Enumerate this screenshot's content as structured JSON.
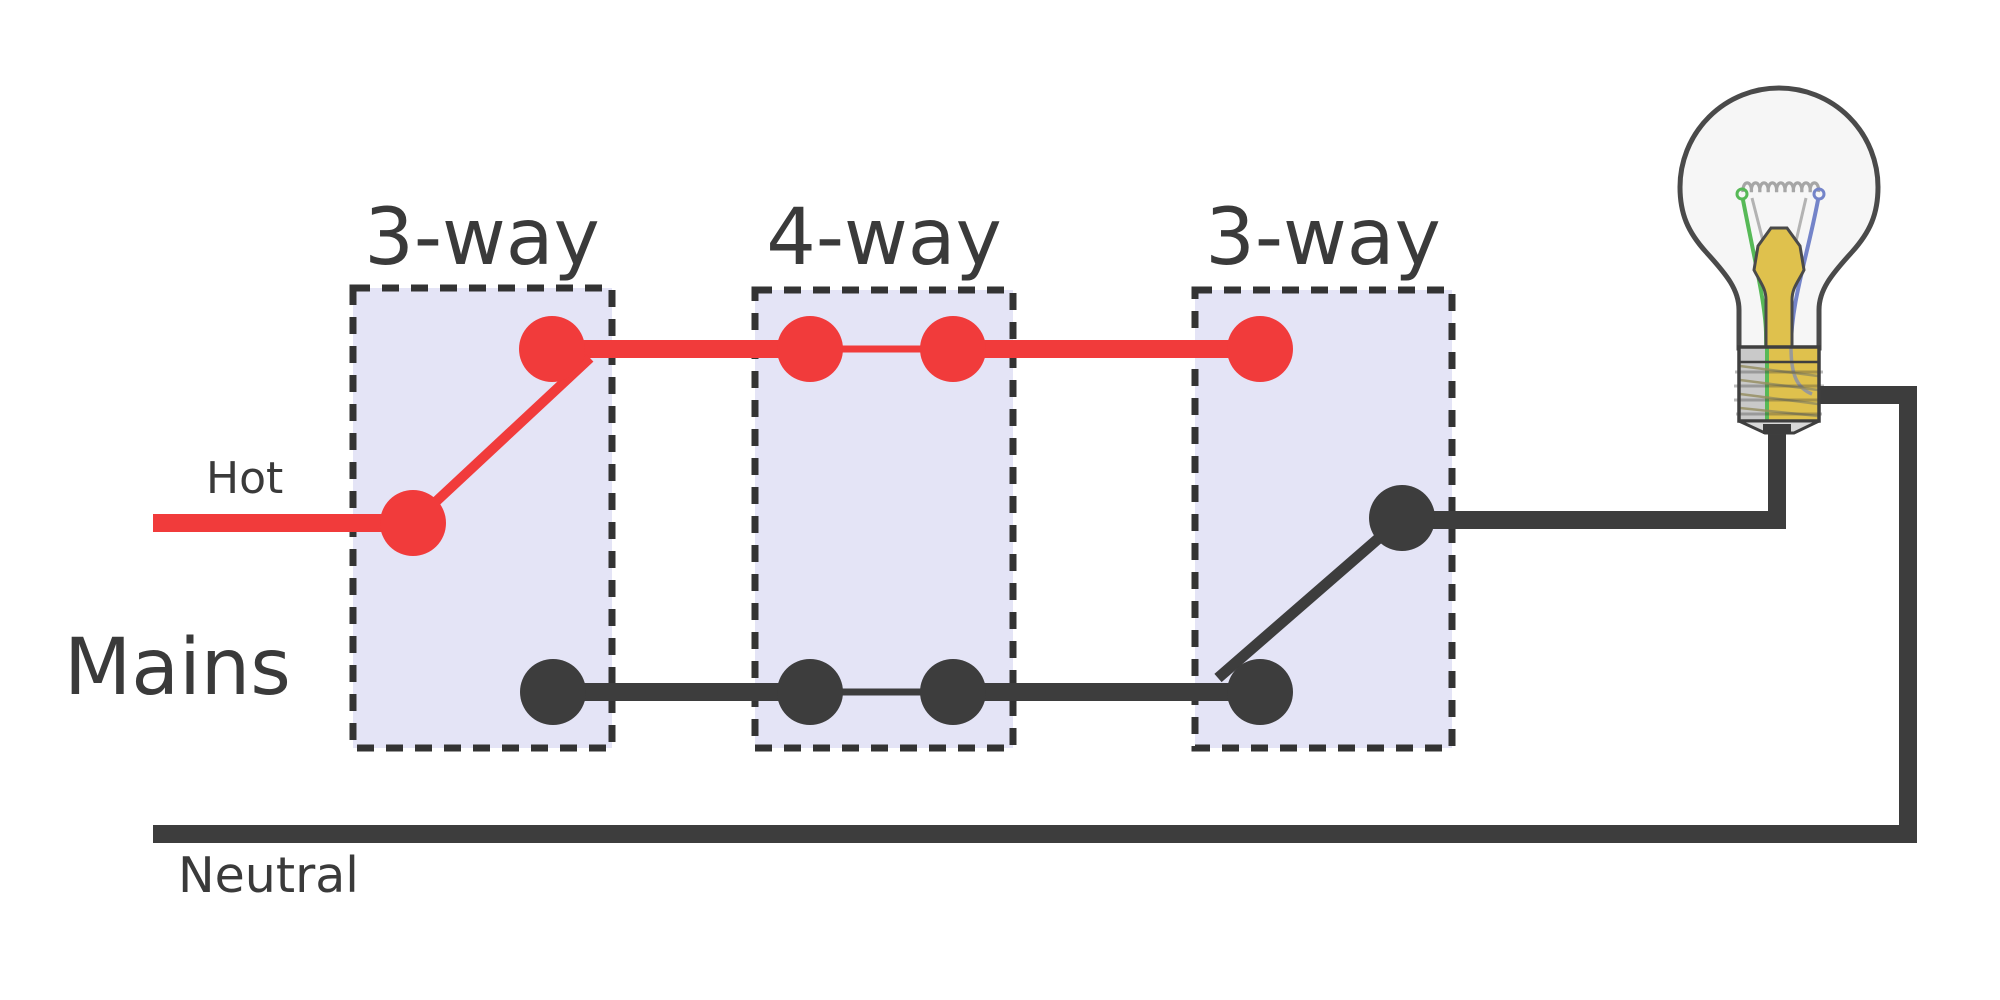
{
  "diagram": {
    "description": "Multiway switching wiring diagram: mains hot through a 3-way, a 4-way and a 3-way switch to an incandescent lamp, returning on neutral",
    "labels": {
      "hot": "Hot",
      "mains": "Mains",
      "neutral": "Neutral"
    },
    "switches": [
      {
        "label": "3-way",
        "type": "3-way switch",
        "state": "common connected to top traveler"
      },
      {
        "label": "4-way",
        "type": "4-way switch",
        "state": "straight through"
      },
      {
        "label": "3-way",
        "type": "3-way switch",
        "state": "common connected to bottom traveler"
      }
    ],
    "lamp": {
      "name": "incandescent-bulb",
      "state": "off"
    },
    "colors": {
      "hot_wire": "#f13b3b",
      "neutral_wire": "#3d3d3d",
      "terminal_red": "#f13b3b",
      "terminal_dark": "#3d3d3d",
      "switch_box_fill": "#e4e4f6",
      "switch_box_border": "#333333",
      "label_text": "#3a3a3a",
      "bulb_glass_fill": "#f6f6f6",
      "bulb_outline": "#4a4a4a",
      "bulb_gold": "#dfc14d",
      "bulb_base_gray": "#c9c9c9",
      "bulb_wire_green": "#57b957",
      "bulb_wire_blue": "#7484c9",
      "bulb_filament": "#a6a6a6",
      "background": "#ffffff"
    }
  }
}
